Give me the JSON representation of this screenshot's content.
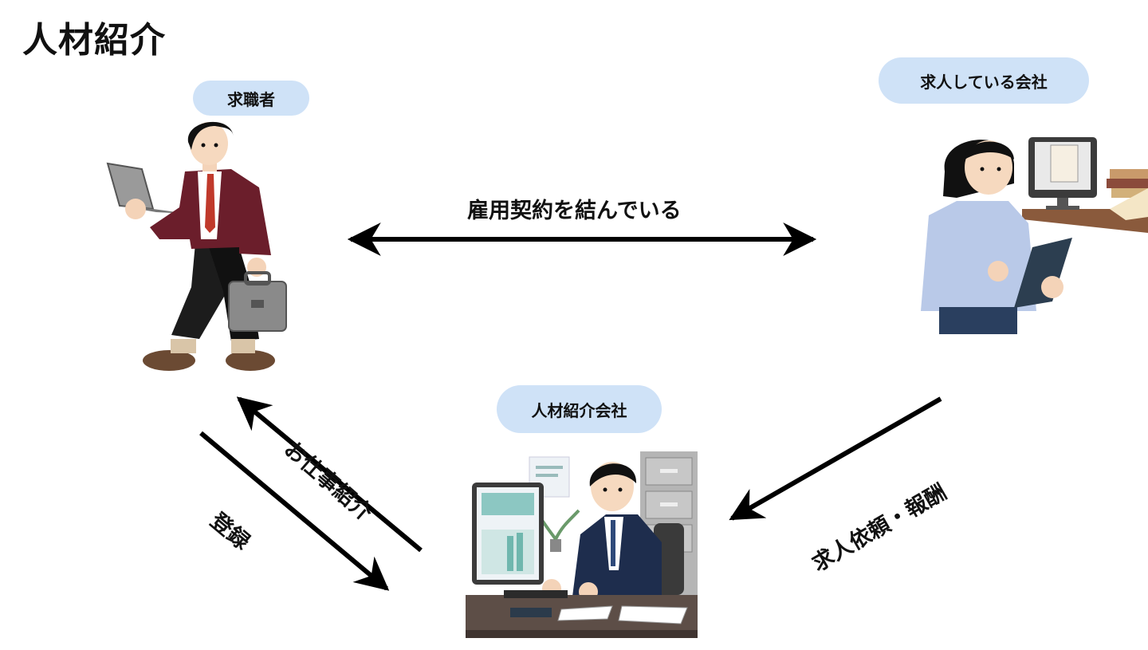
{
  "title": "人材紹介",
  "nodes": {
    "seeker": "求職者",
    "company": "求人している会社",
    "agency": "人材紹介会社"
  },
  "edges": {
    "contract": "雇用契約を結んでいる",
    "job_intro": "お仕事紹介",
    "register": "登録",
    "request": "求人依頼・報酬"
  },
  "colors": {
    "pill": "#cfe2f7",
    "arrow": "#000000"
  }
}
